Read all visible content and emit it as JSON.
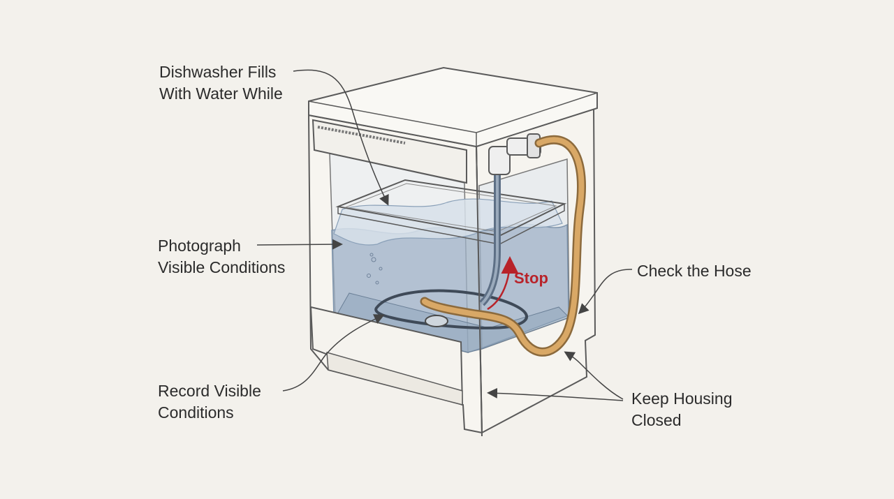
{
  "labels": {
    "fills": {
      "line1": "Dishwasher Fills",
      "line2": "With Water While"
    },
    "photograph": {
      "line1": "Photograph",
      "line2": "Visible Conditions"
    },
    "record": {
      "line1": "Record Visible",
      "line2": "Conditions"
    },
    "hose": {
      "line1": "Check the Hose"
    },
    "housing": {
      "line1": "Keep Housing",
      "line2": "Closed"
    },
    "stop": "Stop"
  },
  "colors": {
    "background": "#f3f1ec",
    "outline": "#5a5a5a",
    "water": "#9fb2c7",
    "hose": "#d9a866",
    "stop": "#b8232a",
    "text": "#2b2b2b"
  }
}
